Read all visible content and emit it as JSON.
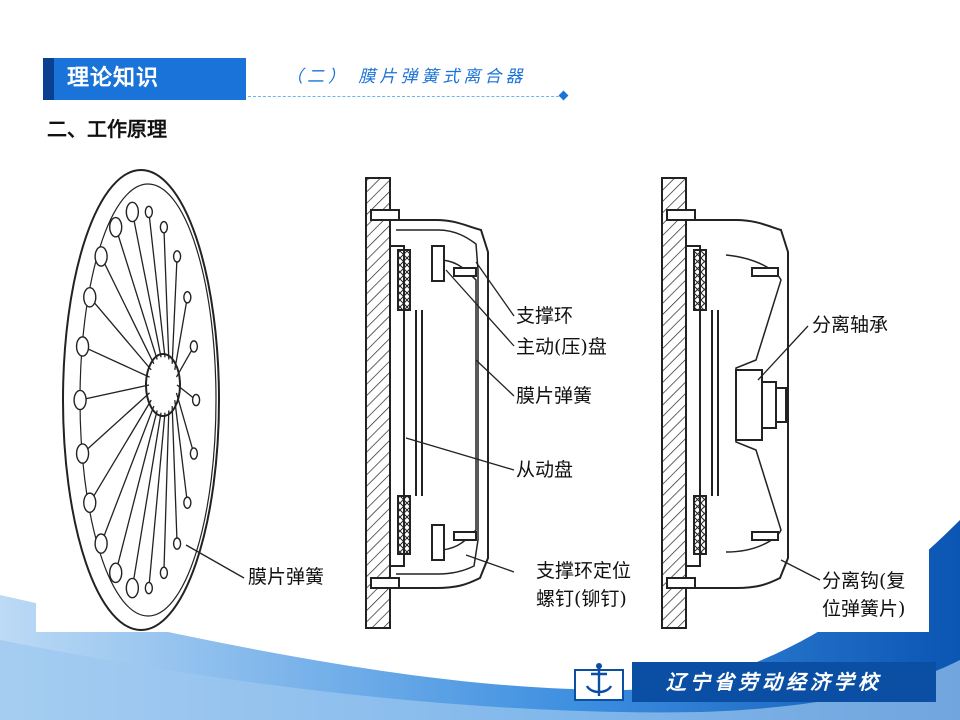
{
  "header": {
    "tab_title": "理论知识",
    "subtitle": "（二）  膜片弹簧式离合器"
  },
  "section_title": "二、工作原理",
  "labels": {
    "left_spring": "膜片弹簧",
    "support_ring": "支撑环",
    "pressure_plate": "主动(压)盘",
    "diaphragm_spring": "膜片弹簧",
    "driven_plate": "从动盘",
    "locating_screw_line1": "支撑环定位",
    "locating_screw_line2": "螺钉(铆钉)",
    "release_bearing": "分离轴承",
    "release_hook_line1": "分离钩(复",
    "release_hook_line2": "位弹簧片)"
  },
  "footer": {
    "school_name": "辽宁省劳动经济学校"
  },
  "colors": {
    "brand_blue": "#1a73d8",
    "dark_blue": "#0a4fa3"
  }
}
